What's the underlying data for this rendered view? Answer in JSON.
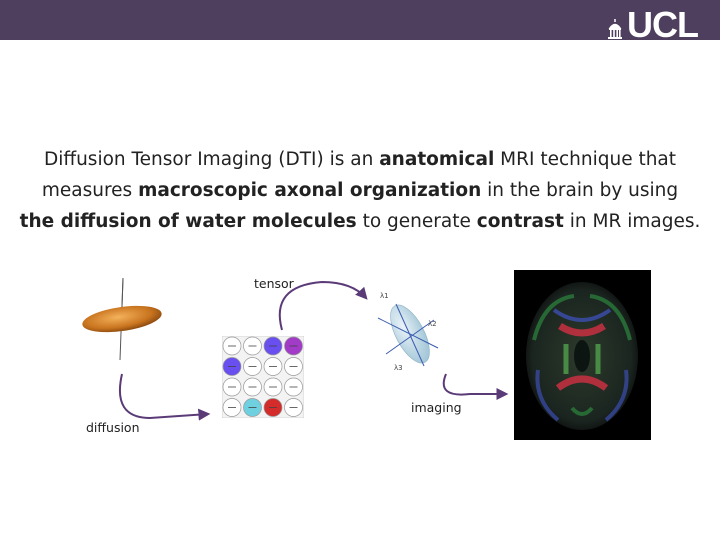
{
  "header": {
    "logo_text": "UCL"
  },
  "description": {
    "line1": [
      "Diffusion Tensor Imaging (DTI) is an ",
      "anatomical",
      " MRI technique that"
    ],
    "line2": [
      "measures ",
      "macroscopic axonal organization",
      " in the brain by using"
    ],
    "line3": [
      "the diffusion of water molecules",
      " to generate ",
      "contrast",
      " in MR images."
    ]
  },
  "labels": {
    "tensor": "tensor",
    "diffusion": "diffusion",
    "imaging": "imaging"
  },
  "ellipsoid_axes": [
    "λ1",
    "λ2",
    "λ3"
  ],
  "colors": {
    "header_bg": "#4f3f5e",
    "arrow": "#5b3a78"
  }
}
